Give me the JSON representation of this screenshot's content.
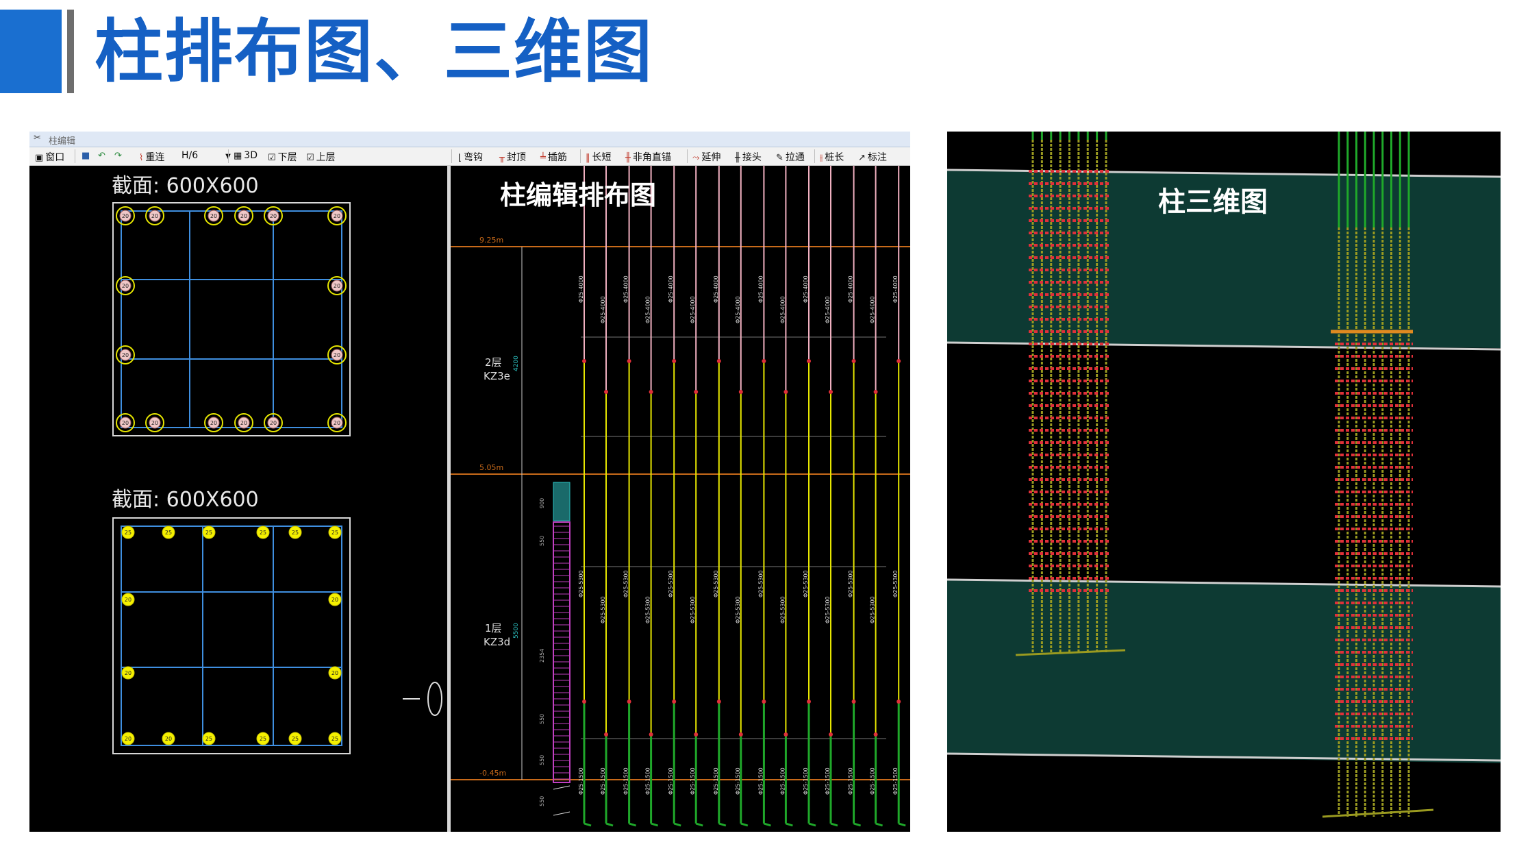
{
  "header": {
    "title": "柱排布图、三维图"
  },
  "editor": {
    "window_title": "柱编辑",
    "caption": "柱编辑排布图",
    "toolbar": {
      "window_btn": "窗口",
      "relink_btn": "重连",
      "level_select": "H/6",
      "view3d_btn": "3D",
      "lower_chk": "下层",
      "upper_chk": "上层",
      "hook_btn": "弯钩",
      "seal_btn": "封顶",
      "insert_btn": "插筋",
      "length_btn": "长短",
      "noncorner_btn": "非角直锚",
      "extend_btn": "延伸",
      "joint_btn": "接头",
      "pull_btn": "拉通",
      "pilelen_btn": "桩长",
      "annotate_btn": "标注"
    },
    "sections": [
      {
        "label": "截面: 600X600",
        "bar_numbers": [
          "20",
          "20",
          "20",
          "20",
          "20",
          "20",
          "20",
          "20",
          "20",
          "20",
          "20",
          "20",
          "20",
          "20",
          "20",
          "20"
        ]
      },
      {
        "label": "截面: 600X600",
        "bar_numbers": [
          "25",
          "25",
          "25",
          "25",
          "25",
          "25",
          "20",
          "20",
          "20",
          "20",
          "20",
          "20",
          "25",
          "25",
          "25",
          "25"
        ]
      }
    ],
    "elevation": {
      "levels": [
        "9.25m",
        "5.05m",
        "-0.45m"
      ],
      "floor_labels": [
        {
          "floor": "2层",
          "code": "KZ3e",
          "dim": "4200"
        },
        {
          "floor": "1层",
          "code": "KZ3d",
          "dim": "5500"
        }
      ],
      "stirrup_dims": [
        "900",
        "550",
        "2354",
        "550",
        "550",
        "550"
      ],
      "bar_label_upper": "Φ25-4000",
      "bar_label_mid": "Φ25-5300",
      "bar_label_low": "Φ25-1500"
    }
  },
  "view3d": {
    "caption": "柱三维图"
  },
  "colors": {
    "accent": "#1a6fd0",
    "title": "#1560c4",
    "rebar_yellow": "#e6e600",
    "rebar_green": "#1fa82a",
    "stirrup_red": "#e0303a",
    "slab": "#0d3a33"
  }
}
